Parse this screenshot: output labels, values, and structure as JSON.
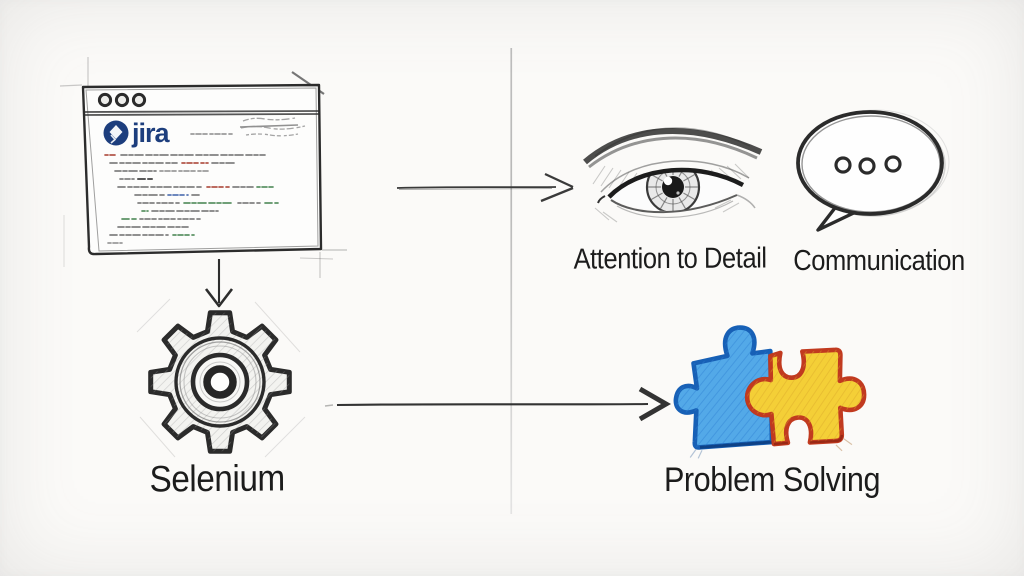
{
  "scene_type": "hand-drawn-sketch-diagram",
  "background": {
    "color": "#fbfaf8",
    "divider_color": "#b3b3b3"
  },
  "browser_window": {
    "kind": "sketched-browser-mockup",
    "logo_text": "jira",
    "logo_color": "#1d3e7d",
    "window_controls": 3,
    "content_description": "illegible handwritten pseudo-code lines in gray with red, green and blue tokens, plus a crossed-out scribble note at top right"
  },
  "nodes": {
    "attention": {
      "label": "Attention to Detail",
      "icon": "eye-sketch"
    },
    "communication": {
      "label": "Communication",
      "icon": "speech-bubble-sketch"
    },
    "selenium": {
      "label": "Selenium",
      "icon": "gear-sketch"
    },
    "problem_solving": {
      "label": "Problem Solving",
      "icon": "puzzle-pieces-sketch"
    }
  },
  "connections": [
    {
      "from": "jira-browser-window",
      "to": "attention-to-detail-eye",
      "style": "thin-open-arrow-right"
    },
    {
      "from": "jira-browser-window",
      "to": "selenium-gear",
      "style": "thin-arrow-down"
    },
    {
      "from": "selenium-gear",
      "to": "problem-solving-puzzle",
      "style": "thin-arrow-right"
    }
  ],
  "colors": {
    "ink": "#2b2b2b",
    "jira_navy": "#1d3e7d",
    "puzzle_blue_fill": "#53a9e8",
    "puzzle_blue_outline": "#1760b6",
    "puzzle_yellow_fill": "#f4cf37",
    "puzzle_yellow_outline": "#c13a1f"
  }
}
